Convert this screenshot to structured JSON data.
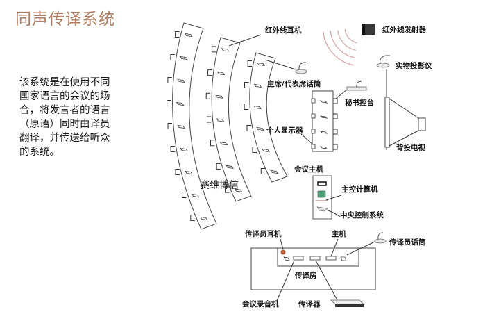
{
  "title": "同声传译系统",
  "description": {
    "lines": [
      "该系统是在使用不同",
      "国家语言的会议的场",
      "合，将发言者的语言",
      "（原语）同时由译员",
      "翻译，并传送给听众",
      "的系统。"
    ]
  },
  "labels": {
    "ir_headphone": "红外线耳机",
    "ir_transmitter": "红外线发射器",
    "document_camera": "实物投影仪",
    "chair_delegate_mic": "主席/代表席话筒",
    "secretary_console": "秘书控台",
    "personal_display": "个人显示器",
    "rear_projection_tv": "背投电视",
    "conference_host": "会议主机",
    "master_computer": "主控计算机",
    "central_control_system": "中央控制系统",
    "interpreter_headphone": "传译员耳机",
    "host_unit": "主机",
    "interpreter_mic": "传译员话筒",
    "interpretation_booth": "传译房",
    "conference_recorder": "会议录音机",
    "interpreter_unit": "传译器"
  },
  "watermark": "赛维博信",
  "colors": {
    "title": "#b07a5e",
    "ir_waves": "#d9a9a9",
    "transmitter": "#333333",
    "headphone_dot": "#b0603a",
    "computer_screen": "#4aa37a"
  }
}
